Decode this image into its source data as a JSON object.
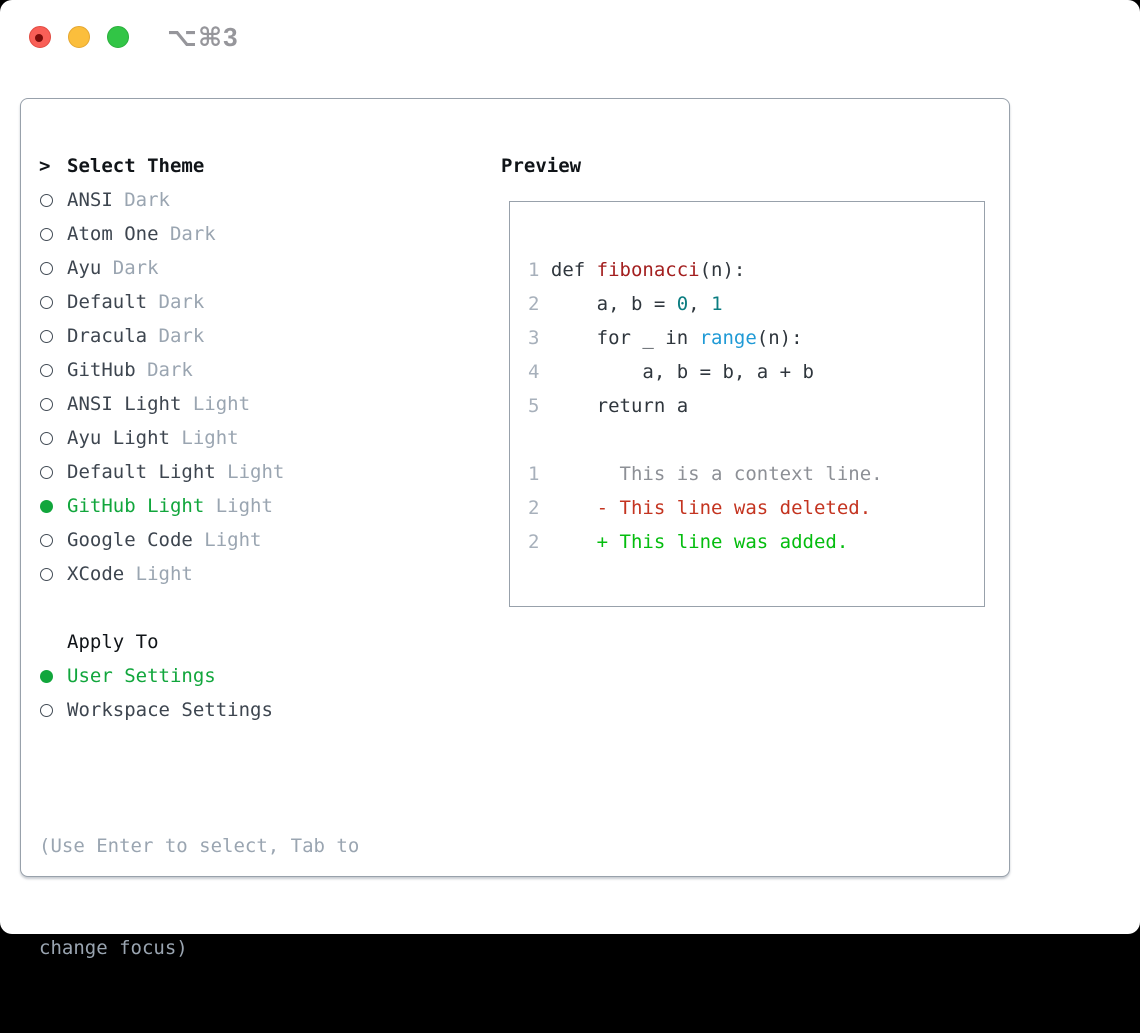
{
  "titlebar": {
    "shortcut": "⌥⌘3",
    "traffic_lights": {
      "close_color": "#f95f57",
      "minimize_color": "#fbbe3c",
      "zoom_color": "#32c546"
    }
  },
  "theme_list": {
    "prompt": ">",
    "title": "Select Theme",
    "items": [
      {
        "name": "ANSI",
        "variant": "Dark",
        "selected": false
      },
      {
        "name": "Atom One",
        "variant": "Dark",
        "selected": false
      },
      {
        "name": "Ayu",
        "variant": "Dark",
        "selected": false
      },
      {
        "name": "Default",
        "variant": "Dark",
        "selected": false
      },
      {
        "name": "Dracula",
        "variant": "Dark",
        "selected": false
      },
      {
        "name": "GitHub",
        "variant": "Dark",
        "selected": false
      },
      {
        "name": "ANSI Light",
        "variant": "Light",
        "selected": false
      },
      {
        "name": "Ayu Light",
        "variant": "Light",
        "selected": false
      },
      {
        "name": "Default Light",
        "variant": "Light",
        "selected": false
      },
      {
        "name": "GitHub Light",
        "variant": "Light",
        "selected": true
      },
      {
        "name": "Google Code",
        "variant": "Light",
        "selected": false
      },
      {
        "name": "XCode",
        "variant": "Light",
        "selected": false
      }
    ]
  },
  "apply_to": {
    "title": "Apply To",
    "options": [
      {
        "label": "User Settings",
        "selected": true
      },
      {
        "label": "Workspace Settings",
        "selected": false
      }
    ]
  },
  "hint": {
    "line1": "(Use Enter to select, Tab to",
    "line2": "change focus)"
  },
  "preview": {
    "title": "Preview",
    "code_lines": [
      {
        "num": "1",
        "segments": [
          {
            "text": "def ",
            "style": "plain"
          },
          {
            "text": "fibonacci",
            "style": "function"
          },
          {
            "text": "(n):",
            "style": "plain"
          }
        ]
      },
      {
        "num": "2",
        "segments": [
          {
            "text": "    a, b = ",
            "style": "plain"
          },
          {
            "text": "0",
            "style": "number"
          },
          {
            "text": ", ",
            "style": "plain"
          },
          {
            "text": "1",
            "style": "number"
          }
        ]
      },
      {
        "num": "3",
        "segments": [
          {
            "text": "    for _ in ",
            "style": "plain"
          },
          {
            "text": "range",
            "style": "builtin"
          },
          {
            "text": "(n):",
            "style": "plain"
          }
        ]
      },
      {
        "num": "4",
        "segments": [
          {
            "text": "        a, b = b, a + b",
            "style": "plain"
          }
        ]
      },
      {
        "num": "5",
        "segments": [
          {
            "text": "    return a",
            "style": "plain"
          }
        ]
      },
      {
        "num": "",
        "segments": []
      },
      {
        "num": "1",
        "segments": [
          {
            "text": "      This is a context line.",
            "style": "context"
          }
        ]
      },
      {
        "num": "2",
        "segments": [
          {
            "text": "    - This line was deleted.",
            "style": "deleted"
          }
        ]
      },
      {
        "num": "2",
        "segments": [
          {
            "text": "    + This line was added.",
            "style": "added"
          }
        ]
      }
    ]
  },
  "colors": {
    "accent_green": "#11a63c",
    "function_red": "#a31f1f",
    "number_teal": "#0b7d81",
    "builtin_blue": "#1f9ad6",
    "deleted_red": "#c43420",
    "added_green": "#04bd0e",
    "muted_gray": "#9aa5b1",
    "border_gray": "#98a1ab"
  }
}
